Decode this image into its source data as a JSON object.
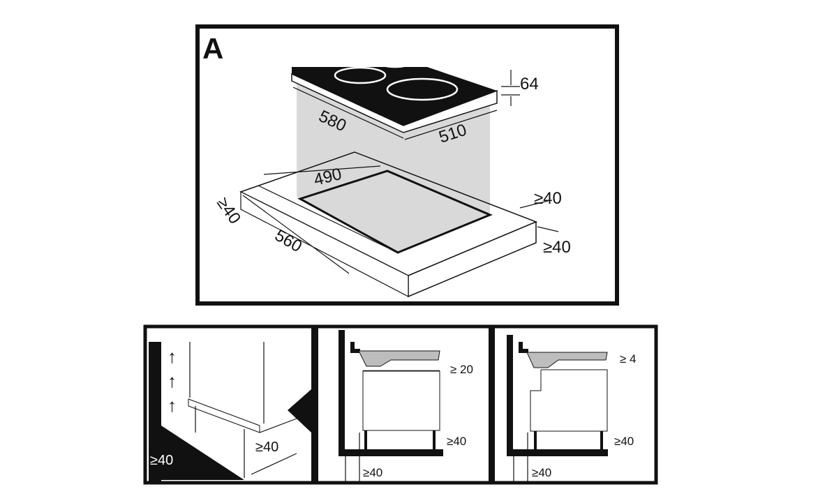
{
  "top_panel": {
    "panel_letter": "A",
    "dimensions": {
      "hob_depth": "580",
      "hob_width": "510",
      "hob_height": "64",
      "cutout_depth": "490",
      "cutout_width": "560",
      "min_back_clearance": "≥40",
      "min_front_clearance_left": "≥40",
      "min_side_clearance": "≥40"
    }
  },
  "bottom_panels": [
    {
      "name": "plinth-ventilation",
      "labels": [
        "≥40",
        "≥40"
      ]
    },
    {
      "name": "oven-below-20",
      "labels": [
        "≥ 20",
        "≥40",
        "≥40"
      ]
    },
    {
      "name": "oven-below-4",
      "labels": [
        "≥ 4",
        "≥40",
        "≥40"
      ]
    }
  ],
  "colors": {
    "line": "#111111",
    "shaft": "#d9d9d9",
    "hob": "#111111",
    "vent": "#bdbdbd"
  }
}
